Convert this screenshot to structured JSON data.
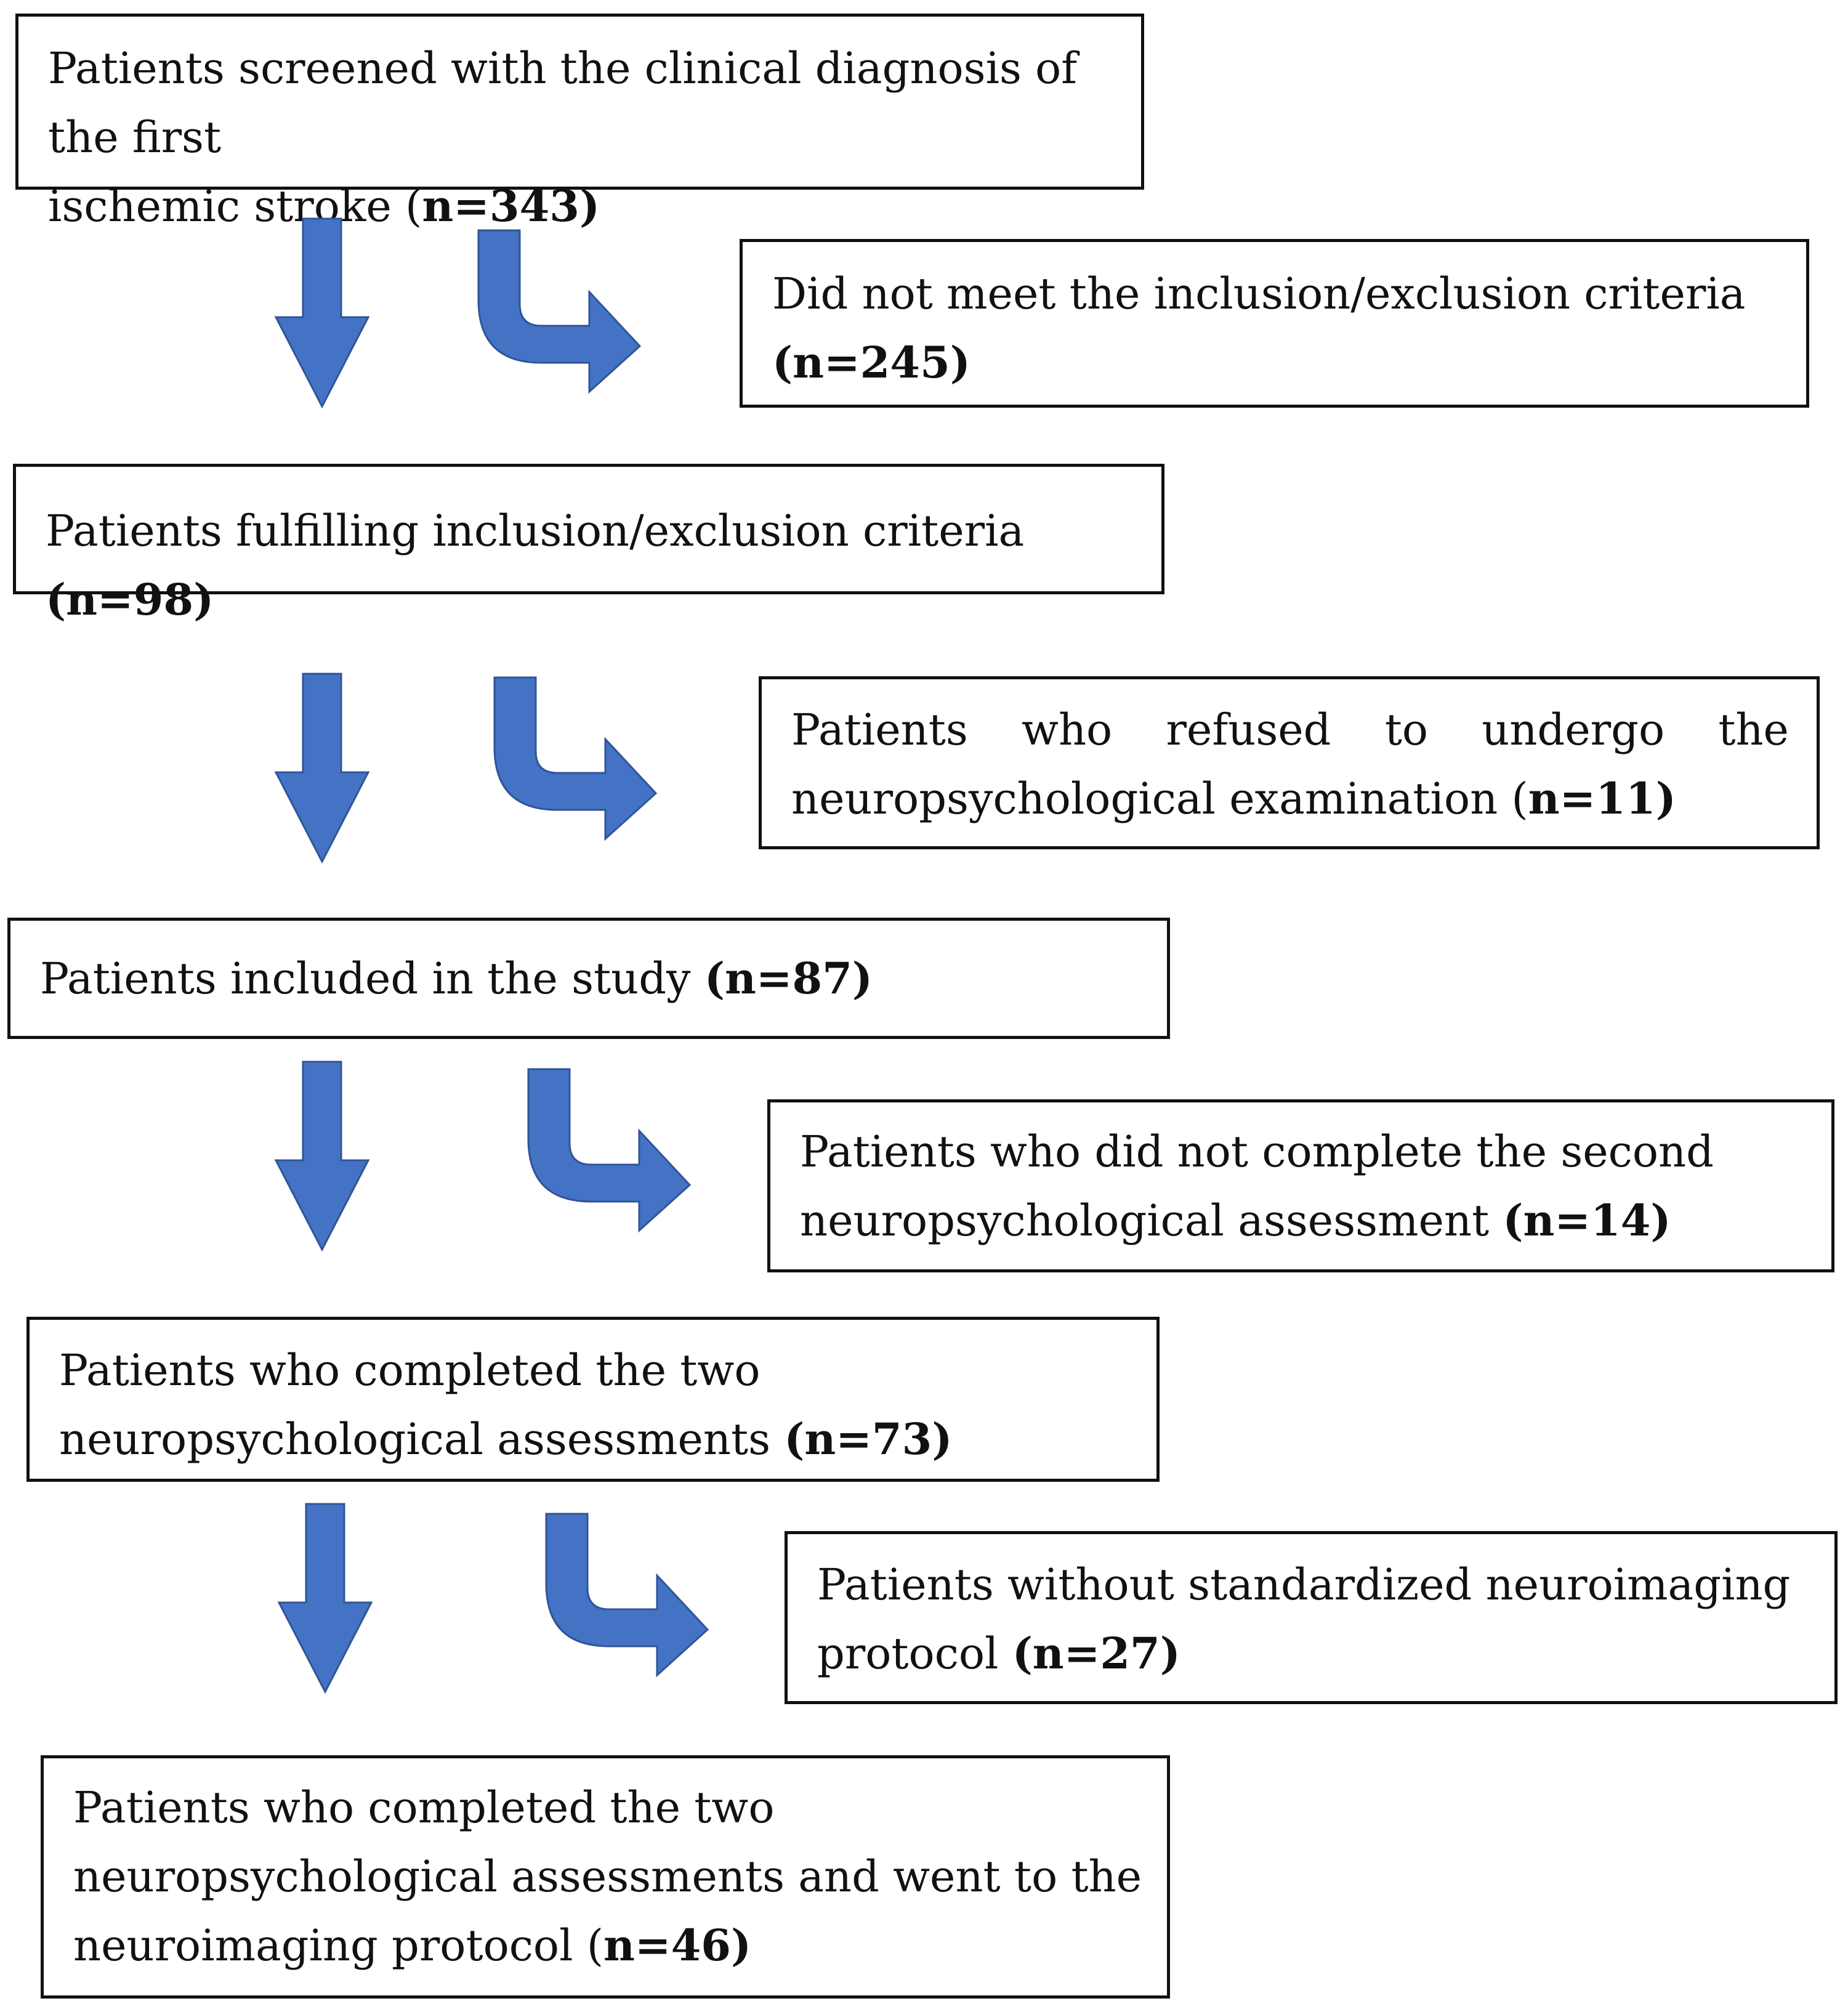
{
  "flowchart": {
    "boxes": [
      {
        "text": "Patients screened with the clinical diagnosis of the first",
        "text2": "ischemic stroke (",
        "count": "n=343",
        "tail": ")"
      },
      {
        "text": "Did not meet the inclusion/exclusion criteria",
        "text2": "(",
        "count": "n=245",
        "tail": ")"
      },
      {
        "text": "Patients fulfilling inclusion/exclusion criteria ",
        "count": "(n=98)"
      },
      {
        "w1": "Patients",
        "w2": "who",
        "w3": "refused",
        "w4": "to",
        "w5": "undergo",
        "w6": "the",
        "text2": "neuropsychological examination (",
        "count": "n=11",
        "tail": ")"
      },
      {
        "text": "Patients included in the study ",
        "count": "(n=87)"
      },
      {
        "text": "Patients who did not complete the second",
        "text2": "neuropsychological assessment ",
        "count": "(n=14)"
      },
      {
        "text": "Patients who completed the two",
        "text2": "neuropsychological assessments ",
        "count": "(n=73)"
      },
      {
        "text": "Patients without standardized neuroimaging",
        "text2": "protocol ",
        "count": "(n=27)"
      },
      {
        "text": "Patients who completed the two",
        "text2": "neuropsychological assessments and went to the",
        "text3": "neuroimaging protocol (",
        "count": "n=46",
        "tail": ")"
      }
    ]
  },
  "colors": {
    "arrow_fill": "#4472c4",
    "arrow_stroke": "#2f5597",
    "border": "#111111"
  }
}
